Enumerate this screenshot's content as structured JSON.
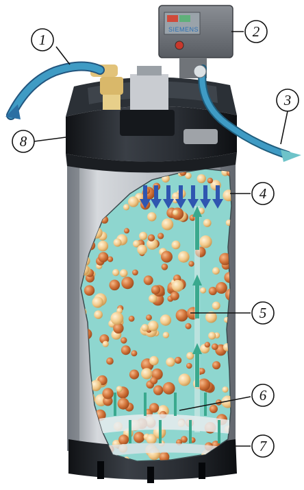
{
  "device": {
    "brand": "SIEMENS"
  },
  "callouts": [
    {
      "id": "c1",
      "label": "1"
    },
    {
      "id": "c2",
      "label": "2"
    },
    {
      "id": "c3",
      "label": "3"
    },
    {
      "id": "c4",
      "label": "4"
    },
    {
      "id": "c5",
      "label": "5"
    },
    {
      "id": "c6",
      "label": "6"
    },
    {
      "id": "c7",
      "label": "7"
    },
    {
      "id": "c8",
      "label": "8"
    }
  ],
  "colors": {
    "tank_body": "#c9ccd1",
    "tank_shade": "#8d9198",
    "tank_dark": "#1c1f24",
    "water": "#8ed6cf",
    "hose": "#3f9bc4",
    "bead_orange": "#d2743a",
    "bead_light": "#f2c98a",
    "arrow_blue": "#2f56b0",
    "arrow_green": "#3aa98e",
    "control_box": "#6f7378"
  }
}
